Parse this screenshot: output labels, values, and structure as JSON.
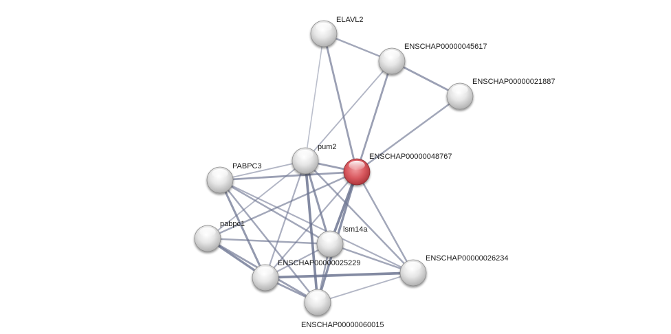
{
  "network": {
    "colors": {
      "edge": "#6b7390",
      "query_node": "#d9595f",
      "node": "#e4e4e4"
    },
    "nodes": [
      {
        "id": "ELAVL2",
        "label": "ELAVL2",
        "query": false
      },
      {
        "id": "ENSCHAP00000045617",
        "label": "ENSCHAP00000045617",
        "query": false
      },
      {
        "id": "ENSCHAP00000021887",
        "label": "ENSCHAP00000021887",
        "query": false
      },
      {
        "id": "pum2",
        "label": "pum2",
        "query": false
      },
      {
        "id": "ENSCHAP00000048767",
        "label": "ENSCHAP00000048767",
        "query": true
      },
      {
        "id": "PABPC3",
        "label": "PABPC3",
        "query": false
      },
      {
        "id": "pabpc1",
        "label": "pabpc1",
        "query": false
      },
      {
        "id": "lsm14a",
        "label": "lsm14a",
        "query": false
      },
      {
        "id": "ENSCHAP00000025229",
        "label": "ENSCHAP00000025229",
        "query": false
      },
      {
        "id": "ENSCHAP00000026234",
        "label": "ENSCHAP00000026234",
        "query": false
      },
      {
        "id": "ENSCHAP00000060015",
        "label": "ENSCHAP00000060015",
        "query": false
      }
    ],
    "edges": [
      {
        "a": "ELAVL2",
        "b": "ENSCHAP00000045617",
        "w": 0.5
      },
      {
        "a": "ELAVL2",
        "b": "pum2",
        "w": 0.2
      },
      {
        "a": "ELAVL2",
        "b": "ENSCHAP00000048767",
        "w": 0.6
      },
      {
        "a": "ENSCHAP00000045617",
        "b": "ENSCHAP00000021887",
        "w": 0.6
      },
      {
        "a": "ENSCHAP00000045617",
        "b": "pum2",
        "w": 0.3
      },
      {
        "a": "ENSCHAP00000045617",
        "b": "ENSCHAP00000048767",
        "w": 0.6
      },
      {
        "a": "ENSCHAP00000021887",
        "b": "ENSCHAP00000048767",
        "w": 0.5
      },
      {
        "a": "pum2",
        "b": "ENSCHAP00000048767",
        "w": 0.6
      },
      {
        "a": "pum2",
        "b": "PABPC3",
        "w": 0.3
      },
      {
        "a": "pum2",
        "b": "pabpc1",
        "w": 0.3
      },
      {
        "a": "pum2",
        "b": "lsm14a",
        "w": 0.7
      },
      {
        "a": "pum2",
        "b": "ENSCHAP00000025229",
        "w": 0.4
      },
      {
        "a": "pum2",
        "b": "ENSCHAP00000060015",
        "w": 0.9
      },
      {
        "a": "pum2",
        "b": "ENSCHAP00000026234",
        "w": 0.5
      },
      {
        "a": "ENSCHAP00000048767",
        "b": "PABPC3",
        "w": 0.6
      },
      {
        "a": "ENSCHAP00000048767",
        "b": "pabpc1",
        "w": 0.5
      },
      {
        "a": "ENSCHAP00000048767",
        "b": "lsm14a",
        "w": 0.9
      },
      {
        "a": "ENSCHAP00000048767",
        "b": "ENSCHAP00000025229",
        "w": 0.4
      },
      {
        "a": "ENSCHAP00000048767",
        "b": "ENSCHAP00000060015",
        "w": 0.8
      },
      {
        "a": "ENSCHAP00000048767",
        "b": "ENSCHAP00000026234",
        "w": 0.5
      },
      {
        "a": "PABPC3",
        "b": "lsm14a",
        "w": 0.5
      },
      {
        "a": "PABPC3",
        "b": "ENSCHAP00000025229",
        "w": 0.7
      },
      {
        "a": "PABPC3",
        "b": "ENSCHAP00000060015",
        "w": 0.5
      },
      {
        "a": "PABPC3",
        "b": "ENSCHAP00000026234",
        "w": 0.4
      },
      {
        "a": "pabpc1",
        "b": "lsm14a",
        "w": 0.5
      },
      {
        "a": "pabpc1",
        "b": "ENSCHAP00000025229",
        "w": 0.8
      },
      {
        "a": "pabpc1",
        "b": "ENSCHAP00000060015",
        "w": 0.6
      },
      {
        "a": "lsm14a",
        "b": "ENSCHAP00000025229",
        "w": 0.4
      },
      {
        "a": "lsm14a",
        "b": "ENSCHAP00000026234",
        "w": 0.5
      },
      {
        "a": "lsm14a",
        "b": "ENSCHAP00000060015",
        "w": 0.5
      },
      {
        "a": "ENSCHAP00000025229",
        "b": "ENSCHAP00000026234",
        "w": 0.9
      },
      {
        "a": "ENSCHAP00000025229",
        "b": "ENSCHAP00000060015",
        "w": 0.6
      },
      {
        "a": "ENSCHAP00000060015",
        "b": "ENSCHAP00000026234",
        "w": 0.3
      }
    ]
  }
}
